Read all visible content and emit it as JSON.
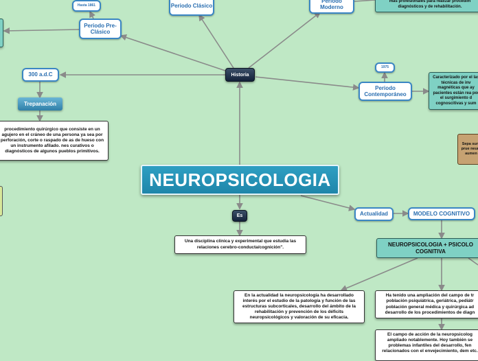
{
  "title": "NEUROPSICOLOGIA",
  "history": {
    "label": "Historia"
  },
  "es": {
    "label": "Es"
  },
  "definition": "Una disciplina clínica y experimental que estudia las relaciones cerebro-conducta/cognición\".",
  "periods": {
    "pre_clasico": "Periodo Pre-Clásico",
    "clasico": "Periodo Clásico",
    "moderno": "Periodo Moderno",
    "contemporaneo": "Periodo Contemporáneo"
  },
  "dates": {
    "hasta": "Hasta 1861",
    "year_1975": "1975",
    "adc": "300 a.d.C"
  },
  "trepanacion": {
    "label": "Trepanación",
    "description": "procedimiento quirúrgico que consiste en un agujero en el cráneo de una persona ya sea por perforación, corte o raspado de as de hueso con un instrumento afilado. nes curativos o diagnósticos de algunos pueblos primitivos."
  },
  "moderno_note": "más profesionales para realizar procedim diagnósticos y de rehabilitación.",
  "contemporaneo_note": "Caracterizado por el las técnicas de inv magnéticas que ay pacientes están rea por el surgimiento d cognoscitivas y sum",
  "brown_note": "Sepa surg prue neuro aumen",
  "actualidad": {
    "label": "Actualidad",
    "modelo": "MODELO COGNITIVO",
    "header": "NEUROPSICOLOGIA + PSICOLO COGNITIVA",
    "note_left": "En la actualidad la neuropsicología ha desarrollado interés por el estudio de la patología y función de las estructuras subcorticales, desarrollo del ámbito de la rehabilitación y prevención de los déficits neuropsicológicos y valoración de su eficacia.",
    "note_right": "Ha tenido una ampliación del campo de tr población psiquiátrica, geriátrica, pediátr población general médica y quirúrgica ad desarrollo de los procedimientos de diagn",
    "note_bottom": "El campo de acción de la neuropsicolog ampliado notablemente. Hoy también se problemas infantiles del desarrollo, fen relacionados con el envejecimiento, dem etc."
  },
  "colors": {
    "background": "#bfe8c5",
    "accent_blue": "#3a86c4",
    "title_teal": "#2e9fc2",
    "teal_box": "#7fd1c4",
    "brown_box": "#c6a272",
    "connector": "#8a8a8a"
  }
}
